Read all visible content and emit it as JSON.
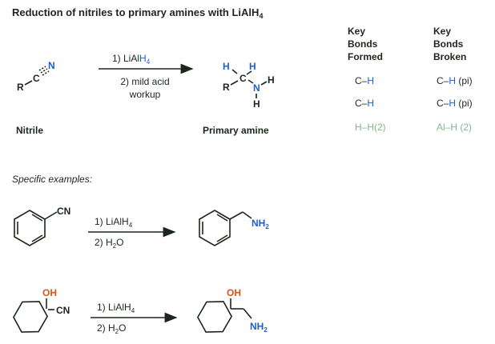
{
  "title": {
    "main": "Reduction of nitriles to primary amines with LiAlH",
    "sub": "4"
  },
  "reaction": {
    "reactant_label": "Nitrile",
    "product_label": "Primary amine",
    "step1": {
      "prefix": "1) LiAl",
      "h": "H",
      "sub": "4"
    },
    "step2_line1": "2) mild acid",
    "step2_line2": "workup",
    "atoms": {
      "R": "R",
      "C": "C",
      "N": "N",
      "H": "H"
    }
  },
  "table": {
    "formed_header": [
      "Key",
      "Bonds",
      "Formed"
    ],
    "broken_header": [
      "Key",
      "Bonds",
      "Broken"
    ],
    "formed": [
      {
        "a": "C–",
        "b": "H",
        "c": ""
      },
      {
        "a": "C–",
        "b": "H",
        "c": ""
      },
      {
        "text": "H–H(2)"
      }
    ],
    "broken": [
      {
        "a": "C–",
        "b": "H",
        "c": " (pi)"
      },
      {
        "a": "C–",
        "b": "H",
        "c": " (pi)"
      },
      {
        "text": "Al–H (2)"
      }
    ]
  },
  "examples": {
    "heading": "Specific examples:",
    "step1": {
      "prefix": "1)  LiAlH",
      "sub": "4"
    },
    "step2": {
      "prefix": "2)  H",
      "sub": "2",
      "suffix": "O"
    },
    "cn": "CN",
    "oh": "OH",
    "nh2": {
      "main": "NH",
      "sub": "2"
    }
  },
  "colors": {
    "nitrogen": "#1e5fc8",
    "oxygen": "#d9521b",
    "faded": "#7fb88a"
  }
}
